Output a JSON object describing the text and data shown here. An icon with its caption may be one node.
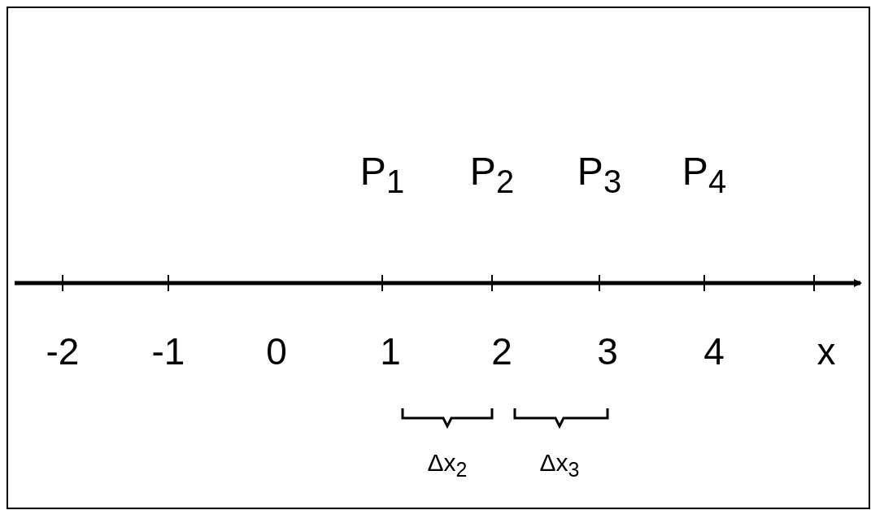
{
  "diagram": {
    "labels": [
      "P$_{1}$",
      "P$_{2}$",
      "P$_{3}$",
      "P$_{4}$",
      "-2",
      "-1",
      "0",
      "1",
      "2",
      "3",
      "4",
      "x",
      "Δx$_{2}$",
      "Δx$_{3}$"
    ]
  }
}
